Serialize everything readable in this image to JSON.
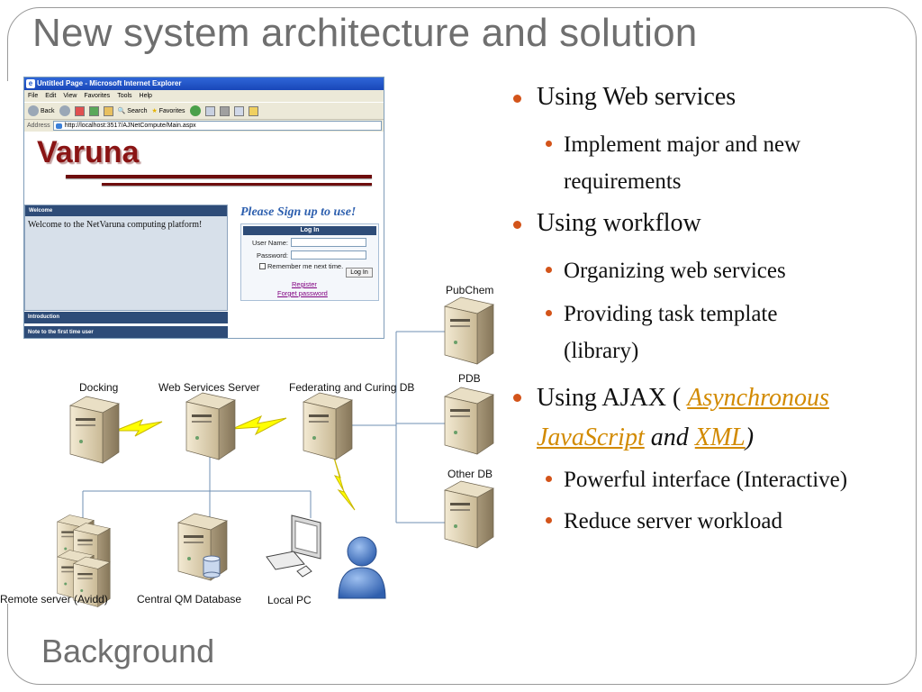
{
  "slide": {
    "title": "New system architecture and solution",
    "subtitle": "Background"
  },
  "browser": {
    "window_title": "Untitled Page - Microsoft Internet Explorer",
    "menu": [
      "File",
      "Edit",
      "View",
      "Favorites",
      "Tools",
      "Help"
    ],
    "toolbar": {
      "back": "Back",
      "search": "Search",
      "favorites": "Favorites"
    },
    "address_label": "Address",
    "address_url": "http://localhost:3517/AJNetCompute/Main.aspx",
    "site_logo": "Varuna",
    "welcome_header": "Welcome",
    "welcome_text": "Welcome to the NetVaruna computing platform!",
    "intro_header": "Introduction",
    "note_header": "Note to the first time user",
    "signup_title": "Please Sign up to use!",
    "login": {
      "header": "Log In",
      "username_label": "User Name:",
      "password_label": "Password:",
      "remember_label": "Remember me next time.",
      "button": "Log In",
      "register_link": "Register",
      "forgot_link": "Forget password"
    }
  },
  "diagram": {
    "nodes": {
      "docking": "Docking",
      "web_services_server": "Web Services Server",
      "federating_db": "Federating and Curing DB",
      "pubchem": "PubChem",
      "pdb": "PDB",
      "other_db": "Other DB",
      "remote_server": "Remote server (Avidd)",
      "central_qm": "Central QM Database",
      "local_pc": "Local PC"
    },
    "colors": {
      "connector": "#6f8fb3",
      "lightning": "#ffff00",
      "lightning_edge": "#c9b800",
      "user": "#4f7fc8"
    }
  },
  "bullets": {
    "web_services": "Using Web services",
    "web_services_sub": [
      "Implement major and new",
      "requirements"
    ],
    "workflow": "Using workflow",
    "workflow_sub1": "Organizing web services",
    "workflow_sub2": [
      "Providing task template",
      "(library)"
    ],
    "ajax_prefix": "Using AJAX (",
    "ajax_link1": "Asynchronous",
    "ajax_link2": "JavaScript",
    "ajax_and": "and",
    "ajax_link3": "XML",
    "ajax_suffix": ")",
    "ajax_sub1": "Powerful interface (Interactive)",
    "ajax_sub2": "Reduce server workload"
  },
  "colors": {
    "title": "#6f6f6f",
    "bullet_dot": "#d3541a",
    "link": "#d28a00",
    "varuna_red": "#8a1414",
    "panel_blue": "#2e4c78"
  }
}
